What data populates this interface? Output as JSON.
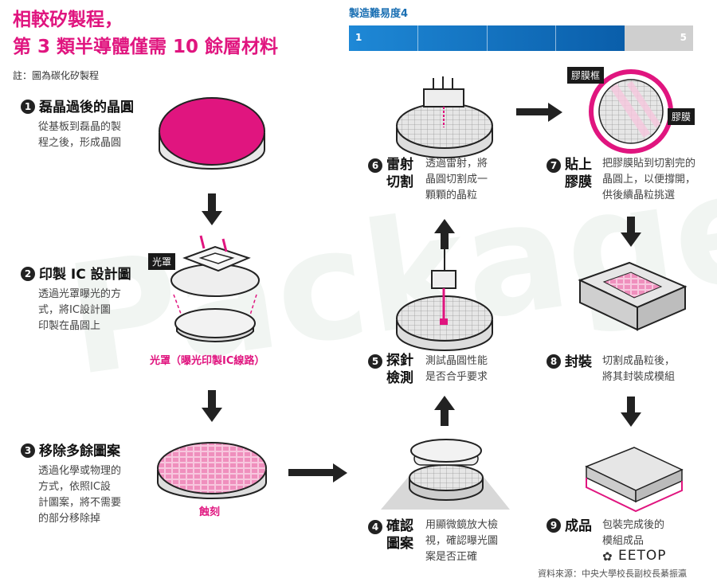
{
  "title_line1": "相較矽製程，",
  "title_line2": "第 3 類半導體僅需 10 餘層材料",
  "note": "註：圖為碳化矽製程",
  "difficulty": {
    "label": "製造難易度",
    "value": 4,
    "min_label": "1",
    "max_label": "5",
    "fraction": 0.8
  },
  "steps": [
    {
      "num": "1",
      "title": "磊晶過後的晶圓",
      "desc_lines": [
        "從基板到磊晶的製",
        "程之後，形成晶圓"
      ]
    },
    {
      "num": "2",
      "title": "印製 IC 設計圖",
      "desc_lines": [
        "透過光罩曝光的方",
        "式，將IC設計圖",
        "印製在晶圓上"
      ],
      "caption": "光罩（曝光印製IC線路）",
      "tag": "光罩"
    },
    {
      "num": "3",
      "title": "移除多餘圖案",
      "desc_lines": [
        "透過化學或物理的",
        "方式，依照IC設",
        "計圖案，將不需要",
        "的部分移除掉"
      ],
      "caption": "蝕刻"
    },
    {
      "num": "4",
      "title_lines": [
        "確認",
        "圖案"
      ],
      "desc_lines": [
        "用顯微鏡放大檢",
        "視，確認曝光圖",
        "案是否正確"
      ]
    },
    {
      "num": "5",
      "title_lines": [
        "探針",
        "檢測"
      ],
      "desc_lines": [
        "測試晶圓性能",
        "是否合乎要求"
      ]
    },
    {
      "num": "6",
      "title_lines": [
        "雷射",
        "切割"
      ],
      "desc_lines": [
        "透過雷射，將",
        "晶圓切割成一",
        "顆顆的晶粒"
      ]
    },
    {
      "num": "7",
      "title_lines": [
        "貼上",
        "膠膜"
      ],
      "desc_lines": [
        "把膠膜貼到切割完的",
        "晶圓上，以便撐開，",
        "供後續晶粒挑選"
      ],
      "tag_frame": "膠膜框",
      "tag_film": "膠膜"
    },
    {
      "num": "8",
      "title": "封裝",
      "desc_lines": [
        "切割成晶粒後，",
        "將其封裝成模組"
      ]
    },
    {
      "num": "9",
      "title": "成品",
      "desc_lines": [
        "包裝完成後的",
        "模組成品"
      ]
    }
  ],
  "watermark_text": "Package",
  "source": "資料來源：中央大學校長副校長綦振瀛",
  "brand": "EETOP",
  "colors": {
    "accent": "#e0157f",
    "blue": "#1a6fb3",
    "dark": "#1a1a1a"
  }
}
